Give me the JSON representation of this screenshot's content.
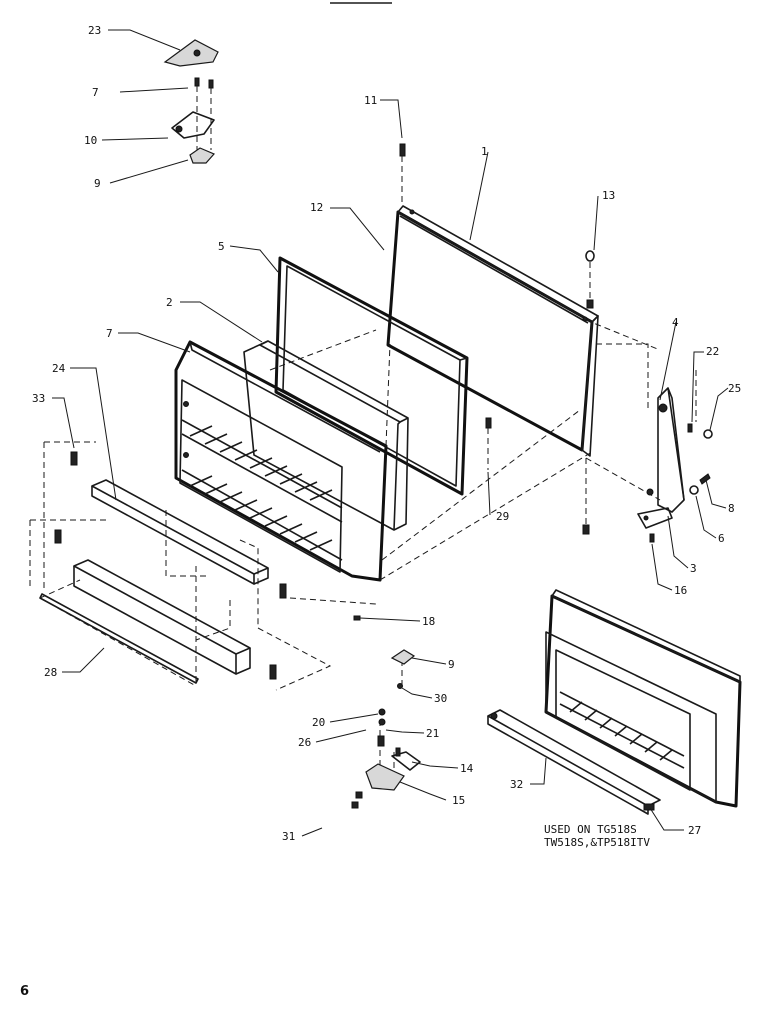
{
  "callouts": [
    "23",
    "7",
    "10",
    "9",
    "11",
    "1",
    "12",
    "13",
    "5",
    "2",
    "7",
    "24",
    "33",
    "4",
    "22",
    "25",
    "29",
    "8",
    "6",
    "3",
    "16",
    "18",
    "28",
    "9",
    "30",
    "20",
    "21",
    "26",
    "14",
    "15",
    "31",
    "32",
    "27"
  ],
  "note": {
    "line1": "USED ON TG518S",
    "line2": "TW518S,&TP518ITV"
  },
  "page_number": "6"
}
